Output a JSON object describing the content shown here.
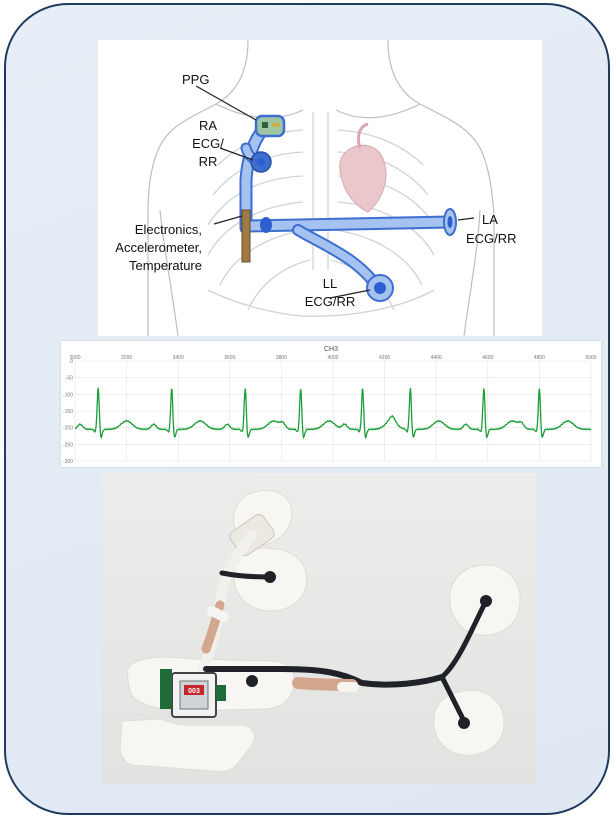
{
  "anatomy": {
    "labels": {
      "ppg": "PPG",
      "ra_line1": "RA",
      "ra_line2": "ECG/",
      "ra_line3": "RR",
      "elec_line1": "Electronics,",
      "elec_line2": "Accelerometer,",
      "elec_line3": "Temperature",
      "la_line1": "LA",
      "la_line2": "ECG/RR",
      "ll_line1": "LL",
      "ll_line2": "ECG/RR"
    }
  },
  "chart_data": {
    "type": "line",
    "title": "CH3",
    "xlim": [
      3000,
      5000
    ],
    "ylim": [
      -300,
      0
    ],
    "x_ticks": [
      "3000",
      "3200",
      "3400",
      "3600",
      "3800",
      "4000",
      "4200",
      "4400",
      "4600",
      "4800",
      "5000"
    ],
    "y_ticks": [
      "0",
      "-50",
      "-100",
      "-150",
      "-200",
      "-250",
      "-300"
    ],
    "grid": true,
    "series": [
      {
        "color": "#1a9e3a",
        "beat_peaks_x": [
          3090,
          3375,
          3660,
          3875,
          4115,
          4300,
          4585,
          4800,
          4810
        ],
        "baseline": -205,
        "r_peak": -78,
        "s_trough": -232,
        "t_wave_peak": -180,
        "p_wave_peak": -190
      }
    ]
  },
  "photo": {
    "pcb_label": "003"
  }
}
